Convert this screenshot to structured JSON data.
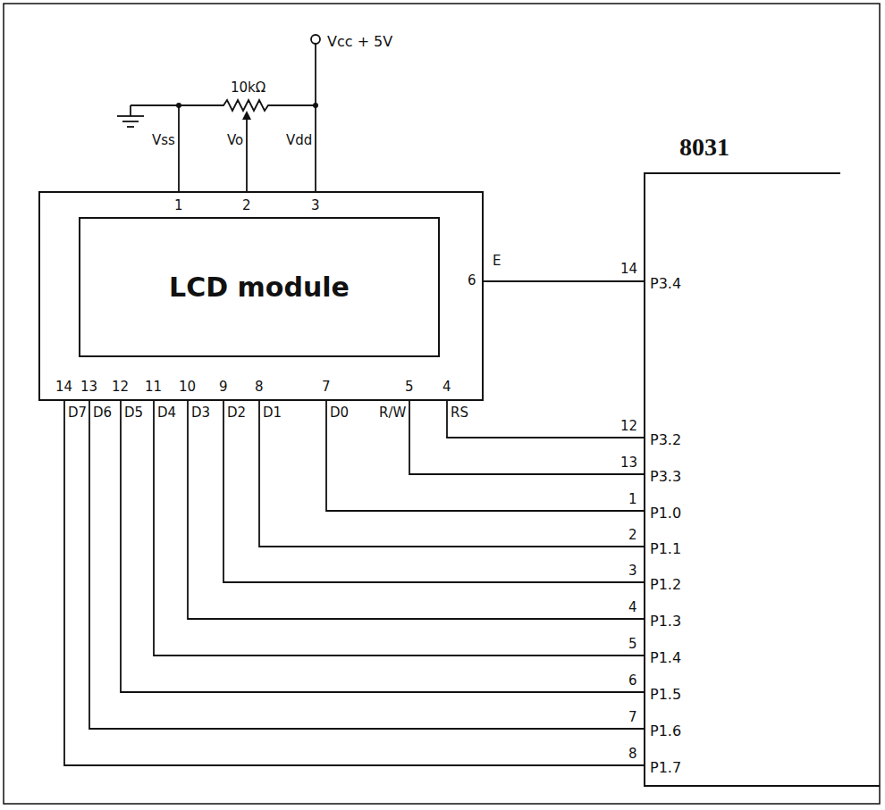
{
  "diagram": {
    "nodes": [
      {
        "text": [
          "LCD module"
        ]
      },
      {
        "text": [
          "8031"
        ]
      }
    ],
    "labels": [
      "Vcc + 5V",
      "10kΩ",
      "Vss",
      "Vo",
      "Vdd",
      "1",
      "2",
      "3",
      "E",
      "6",
      "14",
      "P3.4",
      "14",
      "13",
      "12",
      "11",
      "10",
      "9",
      "8",
      "7",
      "5",
      "4",
      "D7",
      "D6",
      "D5",
      "D4",
      "D3",
      "D2",
      "D1",
      "D0",
      "R/W",
      "RS",
      "12",
      "P3.2",
      "13",
      "P3.3",
      "1",
      "P1.0",
      "2",
      "P1.1",
      "3",
      "P1.2",
      "4",
      "P1.3",
      "5",
      "P1.4",
      "6",
      "P1.5",
      "7",
      "P1.6",
      "8",
      "P1.7"
    ]
  }
}
